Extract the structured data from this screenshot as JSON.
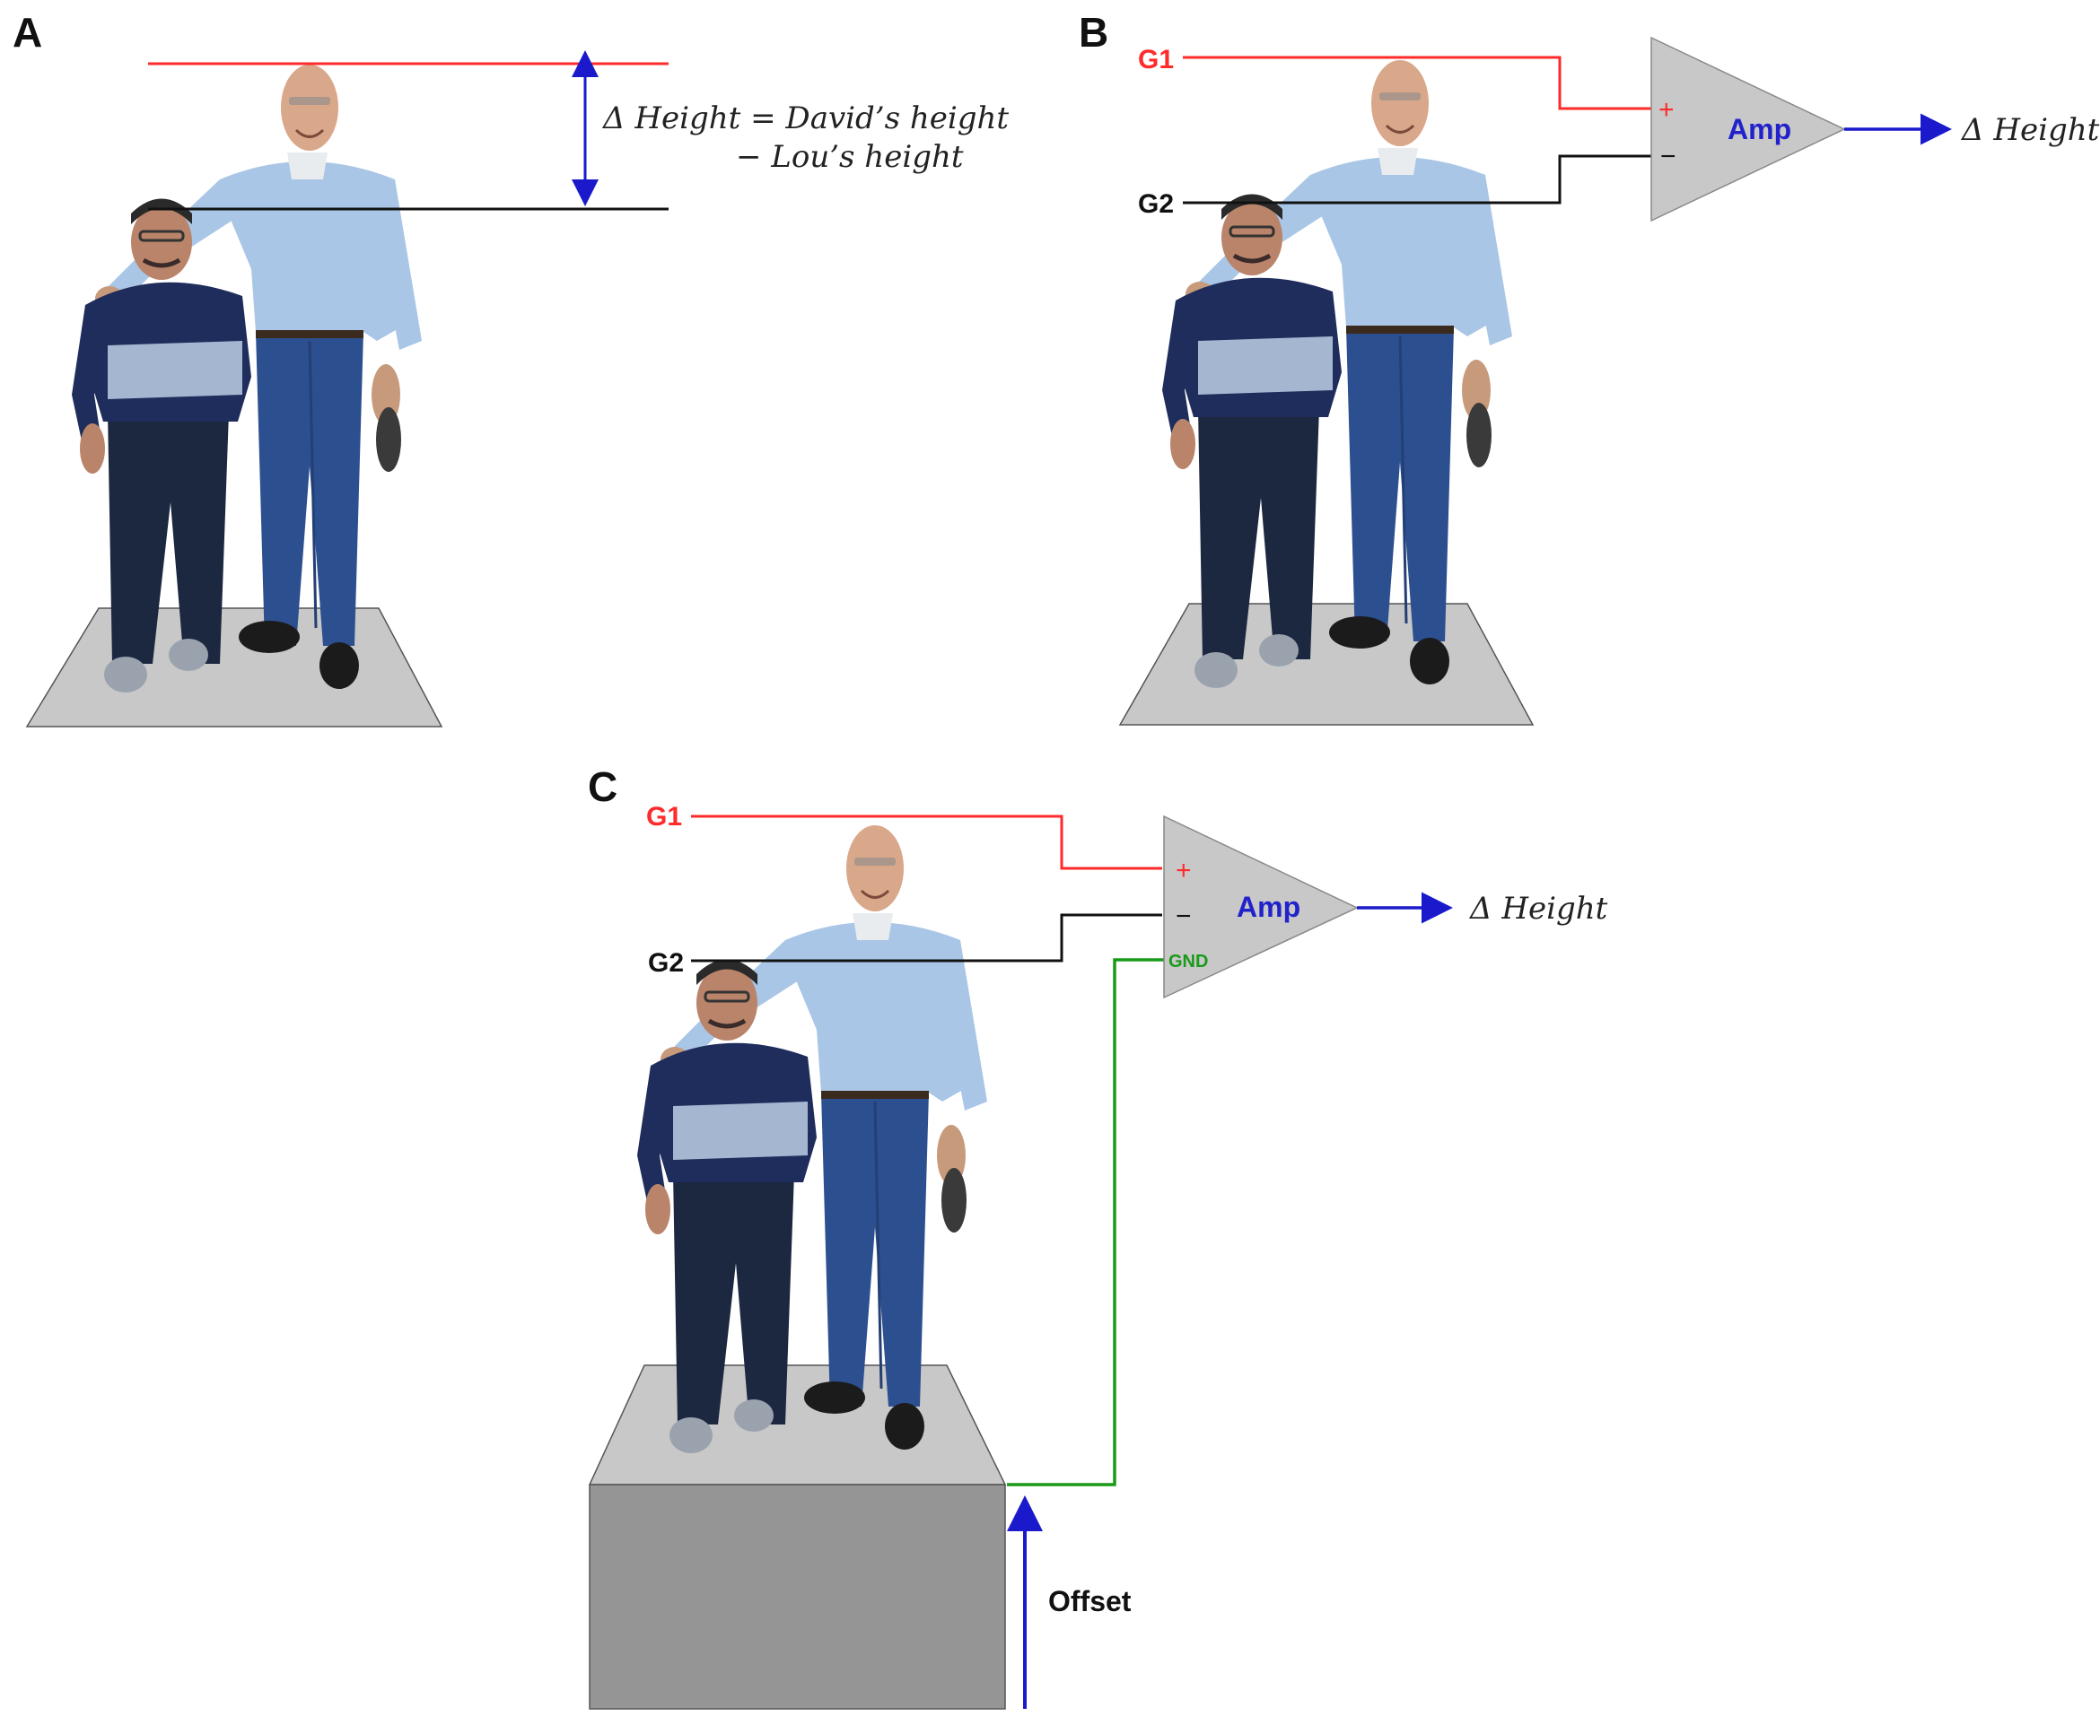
{
  "panels": {
    "a": {
      "letter": "A",
      "equation_line1": "Δ Height = David’s height",
      "equation_line2": "− Lou’s height"
    },
    "b": {
      "letter": "B",
      "g1": "G1",
      "g2": "G2",
      "plus": "+",
      "minus": "−",
      "amp": "Amp",
      "output": "Δ Height"
    },
    "c": {
      "letter": "C",
      "g1": "G1",
      "g2": "G2",
      "plus": "+",
      "minus": "−",
      "gnd": "GND",
      "amp": "Amp",
      "output": "Δ Height",
      "offset": "Offset"
    }
  },
  "colors": {
    "g1_line": "#ff2a2a",
    "g2_line": "#111111",
    "gnd_line": "#1a9a1a",
    "output_arrow": "#1a1acc",
    "amp_fill": "#c8c8c8",
    "platform_top": "#c8c8c8",
    "platform_side": "#959595"
  }
}
